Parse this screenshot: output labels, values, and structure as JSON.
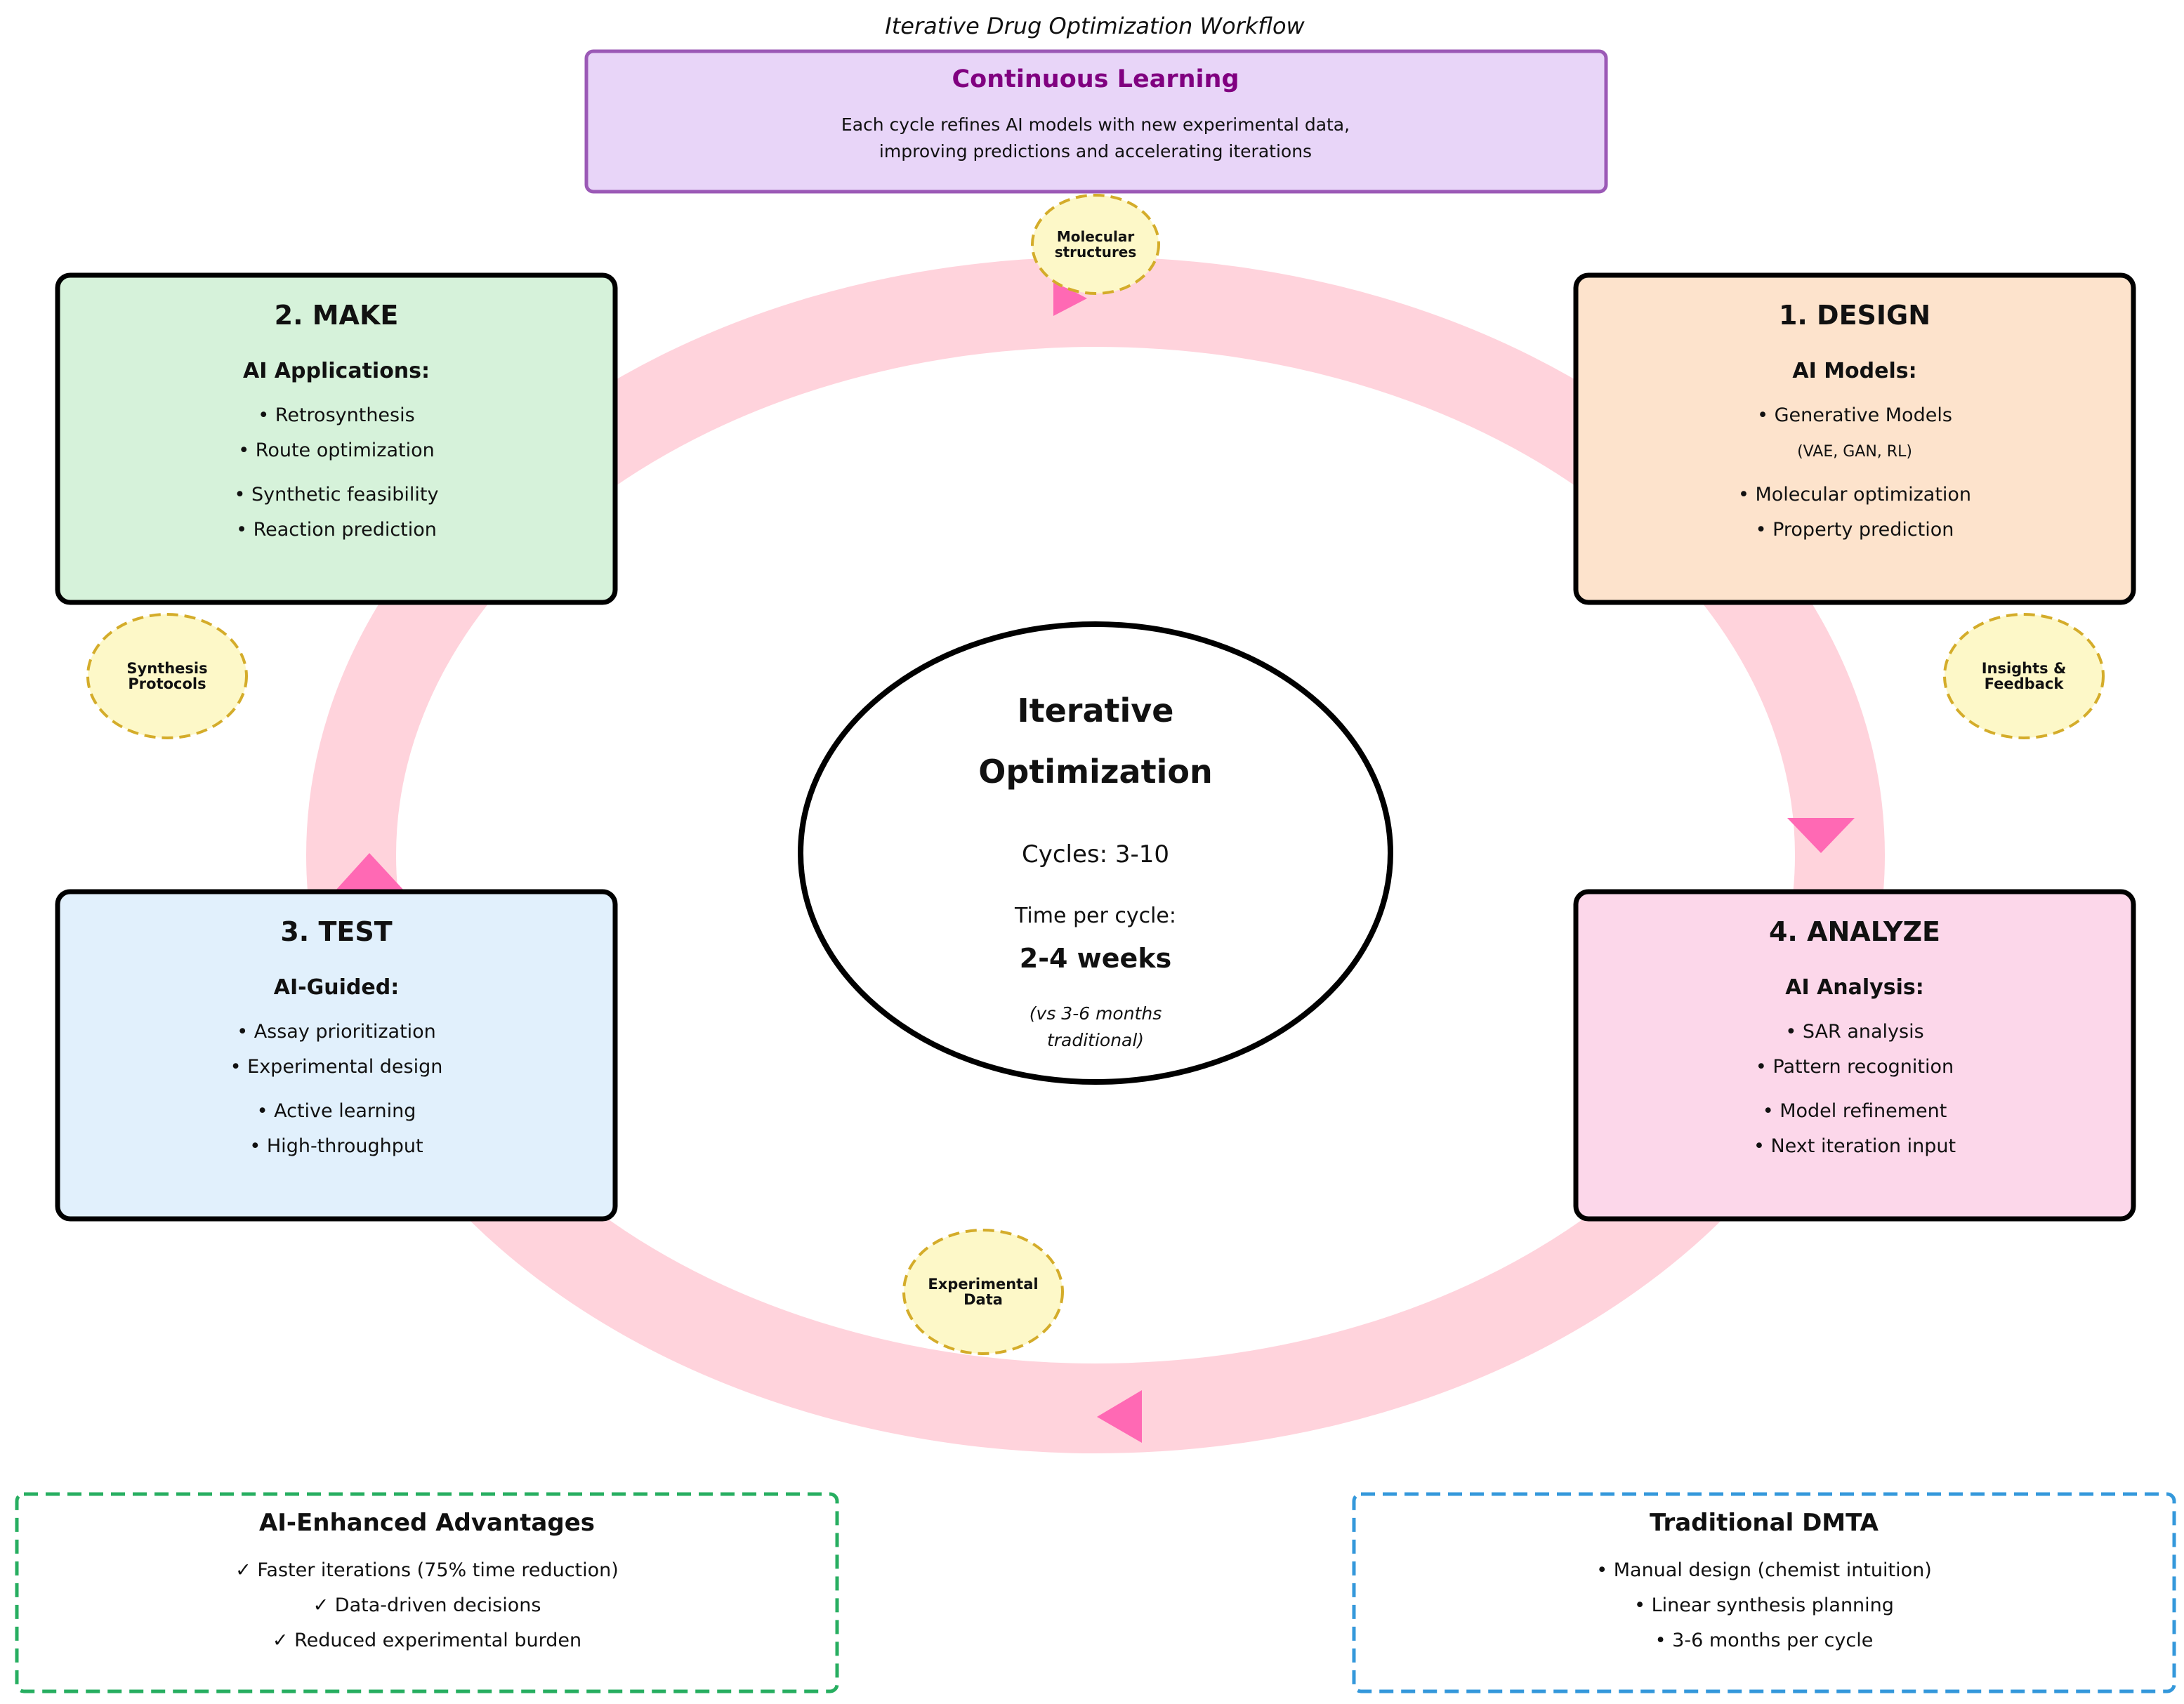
{
  "title": "Iterative Drug Optimization Workflow",
  "learning": {
    "title": "Continuous Learning",
    "lines": [
      "Each cycle refines AI models with new experimental data,",
      "improving predictions and accelerating iterations"
    ]
  },
  "stages": {
    "design": {
      "title": "1. DESIGN",
      "subtitle": "AI Models:",
      "items": [
        "• Generative Models",
        "(VAE, GAN, RL)",
        "• Molecular optimization",
        "• Property prediction"
      ]
    },
    "make": {
      "title": "2. MAKE",
      "subtitle": "AI Applications:",
      "items": [
        "• Retrosynthesis",
        "• Route optimization",
        "• Synthetic feasibility",
        "• Reaction prediction"
      ]
    },
    "test": {
      "title": "3. TEST",
      "subtitle": "AI-Guided:",
      "items": [
        "• Assay prioritization",
        "• Experimental design",
        "• Active learning",
        "• High-throughput"
      ]
    },
    "analyze": {
      "title": "4. ANALYZE",
      "subtitle": "AI Analysis:",
      "items": [
        "• SAR analysis",
        "• Pattern recognition",
        "• Model refinement",
        "• Next iteration input"
      ]
    }
  },
  "flows": {
    "molecular": [
      "Molecular",
      "structures"
    ],
    "synthesis": [
      "Synthesis",
      "Protocols"
    ],
    "experimental": [
      "Experimental",
      "Data"
    ],
    "insights": [
      "Insights &",
      "Feedback"
    ]
  },
  "center": {
    "title_line1": "Iterative",
    "title_line2": "Optimization",
    "cycles": "Cycles: 3-10",
    "time_label": "Time per cycle:",
    "time_value": "2-4 weeks",
    "note_line1": "(vs 3-6 months",
    "note_line2": "traditional)"
  },
  "advantages": {
    "title": "AI-Enhanced Advantages",
    "items": [
      "✓ Faster iterations (75% time reduction)",
      "✓ Data-driven decisions",
      "✓ Reduced experimental burden"
    ]
  },
  "traditional": {
    "title": "Traditional DMTA",
    "items": [
      "• Manual design (chemist intuition)",
      "• Linear synthesis planning",
      "• 3-6 months per cycle"
    ]
  },
  "colors": {
    "ring": "#ffd3dc",
    "arrow": "#ff69b4",
    "learning_fill": "#e8d5f8",
    "learning_border": "#9b59b6",
    "learning_title": "#800080",
    "design_fill": "#fde3cc",
    "make_fill": "#d6f2da",
    "test_fill": "#e1f0fc",
    "analyze_fill": "#fcd7ea",
    "flow_fill": "#fdf8c8",
    "flow_border": "#d4ac2a",
    "advantages_border": "#27ae60",
    "traditional_border": "#3498db"
  }
}
